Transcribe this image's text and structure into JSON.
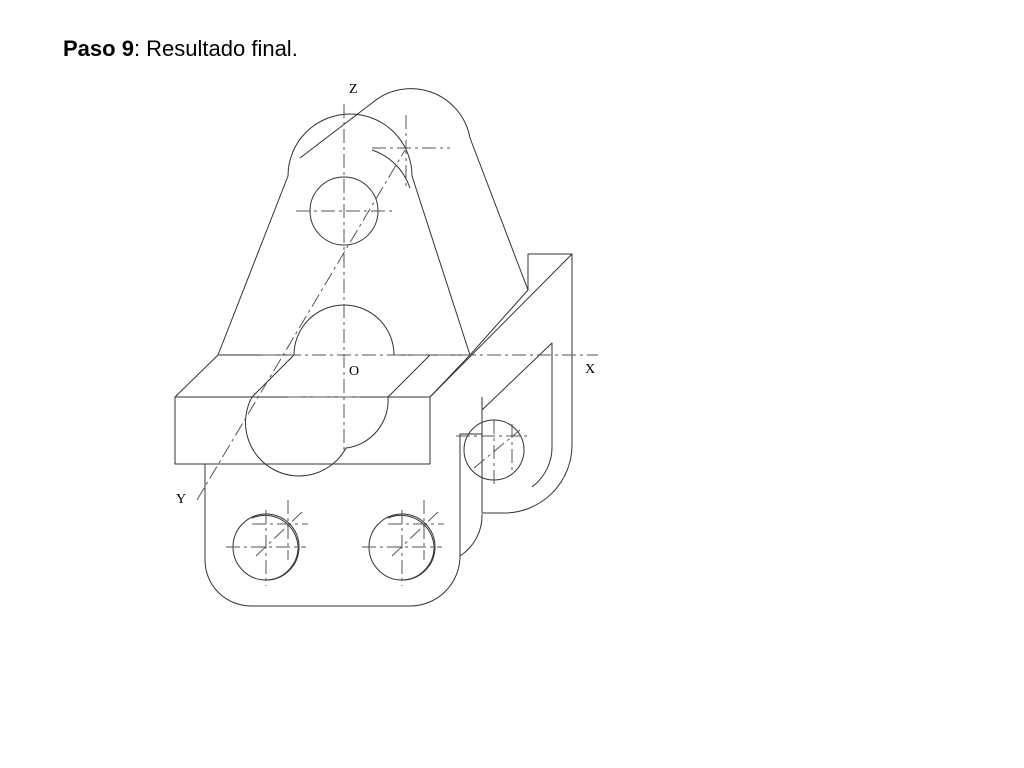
{
  "title": {
    "step": "Paso 9",
    "rest": ": Resultado final."
  },
  "axes": {
    "z": "Z",
    "x": "X",
    "y": "Y",
    "origin": "O"
  },
  "colors": {
    "line": "#333333",
    "background": "#ffffff"
  }
}
